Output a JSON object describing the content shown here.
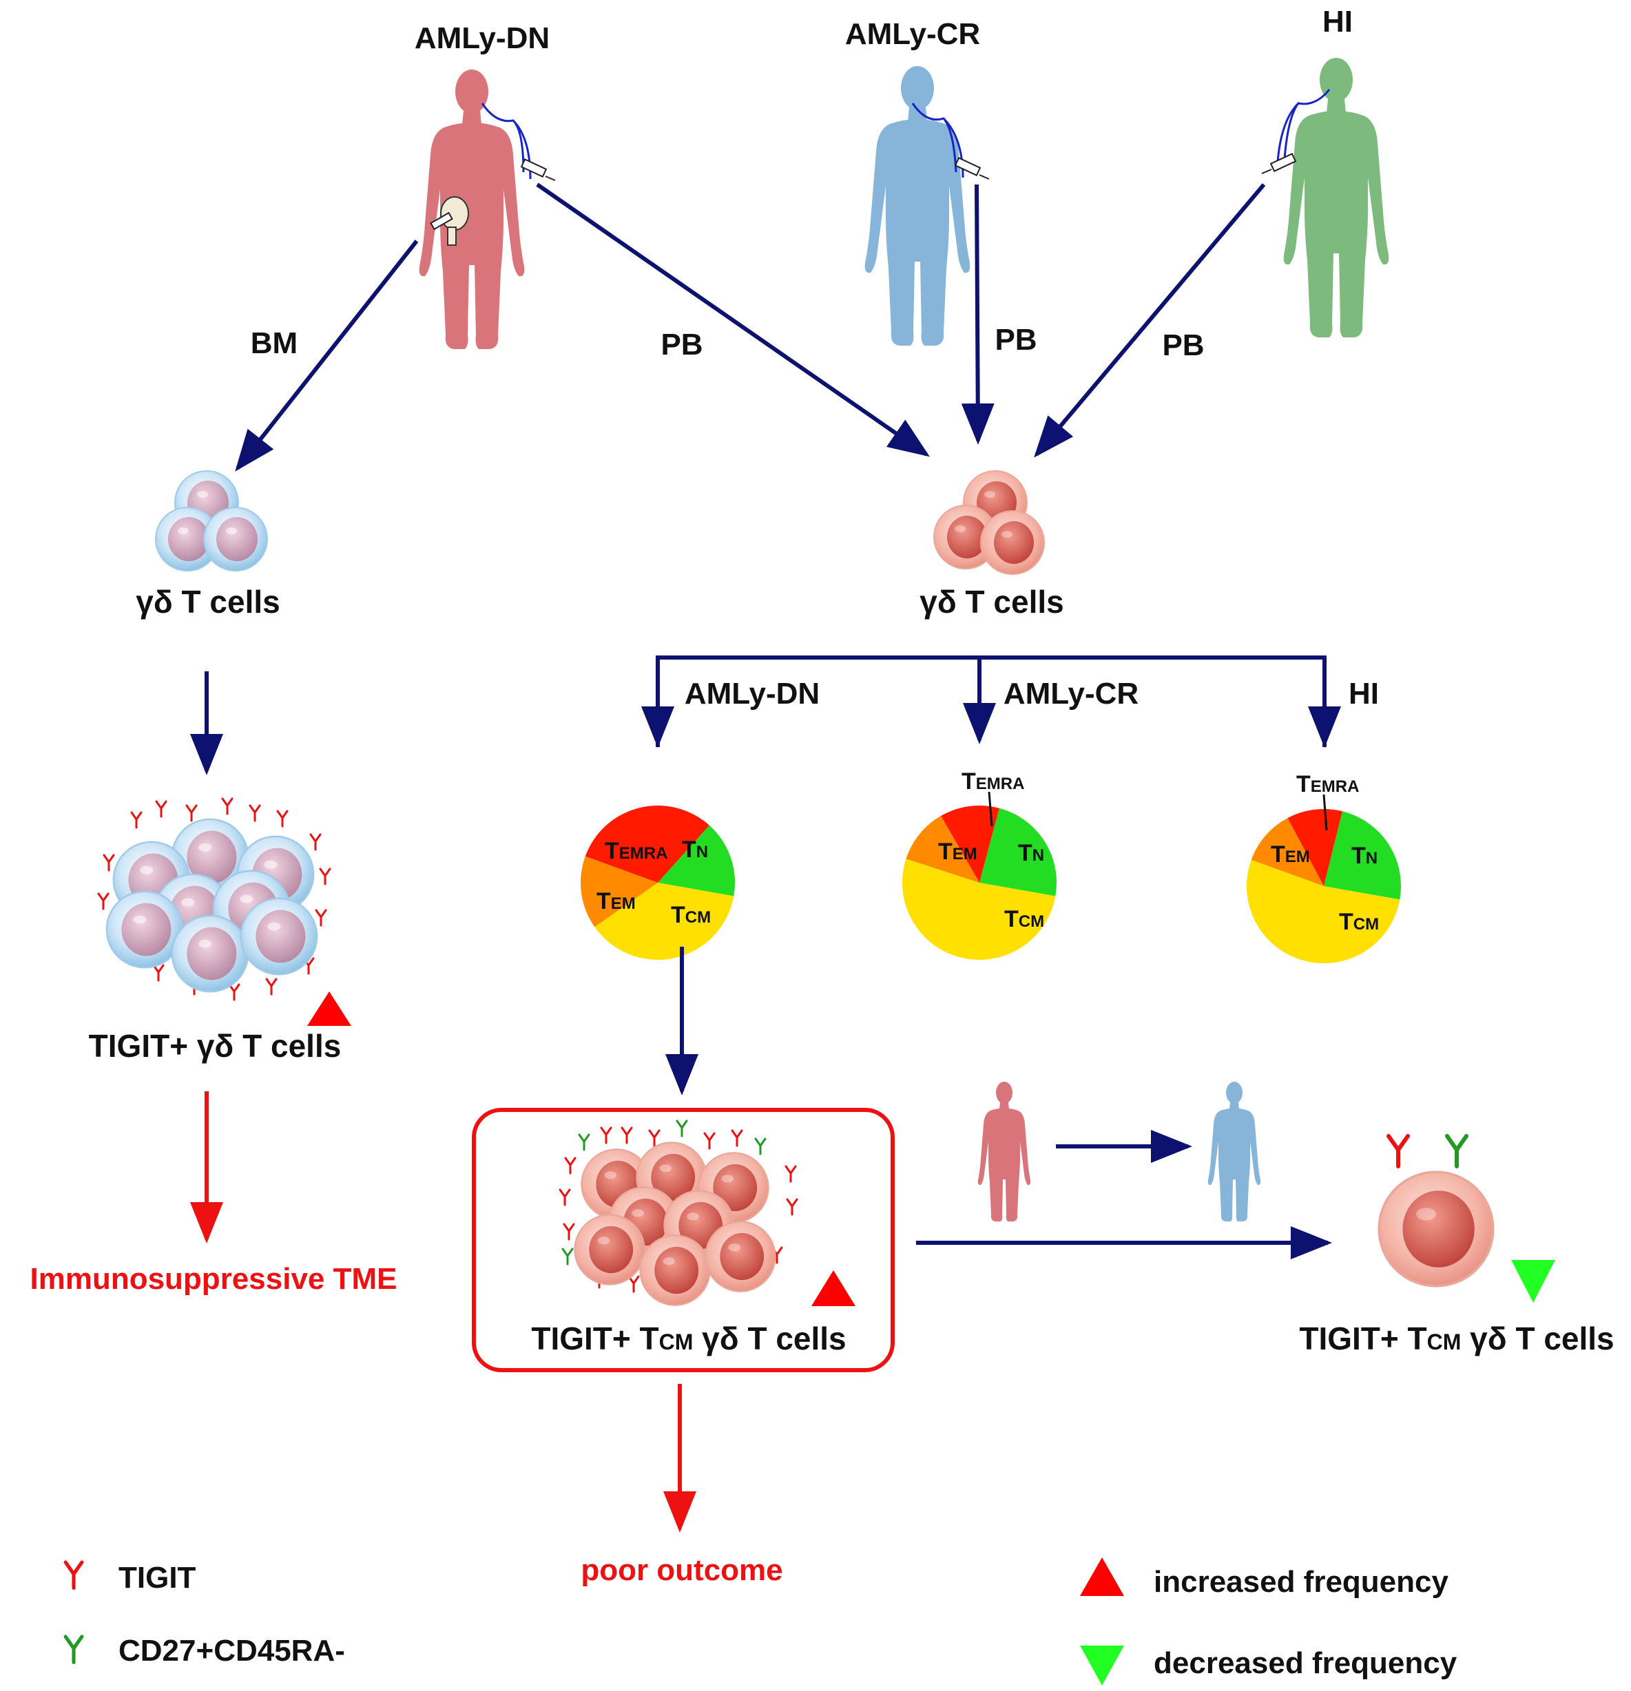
{
  "groups": {
    "dn": "AMLy-DN",
    "cr": "AMLy-CR",
    "hi": "HI"
  },
  "sample": {
    "bm": "BM",
    "pb": "PB"
  },
  "cells": {
    "gd_left": "γδ T cells",
    "gd_right": "γδ T cells",
    "tigit_gd": "TIGIT+ γδ T cells",
    "tigit_tcm_prefix": "TIGIT+ T",
    "tigit_tcm_sub": "CM",
    "tigit_tcm_suffix": " γδ T cells"
  },
  "outcomes": {
    "tme": "Immunosuppressive TME",
    "poor": "poor outcome"
  },
  "subsets": {
    "t": "T",
    "emra": "EMRA",
    "em": "EM",
    "n": "N",
    "cm": "CM"
  },
  "legend": {
    "tigit": "TIGIT",
    "cd27": "CD27+CD45RA-",
    "increased": "increased frequency",
    "decreased": "decreased frequency"
  },
  "colors": {
    "arrow": "#0d1270",
    "red": "#ee1111",
    "dn_body": "#d9757a",
    "cr_body": "#86b5d9",
    "hi_body": "#7dba7d",
    "temra": "#ff1a00",
    "tem": "#ff8a00",
    "tn": "#22dd22",
    "tcm": "#ffe000",
    "up": "#ff0000",
    "down": "#22ff22"
  },
  "icons": [
    "human-figure-icon",
    "syringe-icon",
    "cell-cluster-icon",
    "tigit-receptor-icon",
    "cd27-receptor-icon",
    "increase-triangle-icon",
    "decrease-triangle-icon"
  ]
}
